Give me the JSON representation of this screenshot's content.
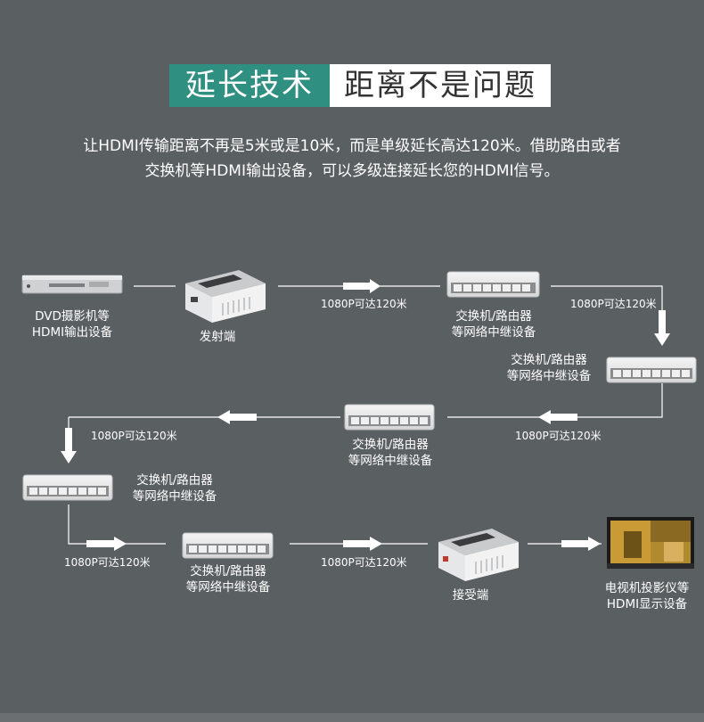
{
  "header": {
    "title_left": "延长技术",
    "title_right": "距离不是问题"
  },
  "intro": {
    "line1": "让HDMI传输距离不再是5米或是10米，而是单级延长高达120米。借助路由或者",
    "line2": "交换机等HDMI输出设备，可以多级连接延长您的HDMI信号。"
  },
  "devices": {
    "source_line1": "DVD摄影机等",
    "source_line2": "HDMI输出设备",
    "transmitter": "发射端",
    "switch_line1": "交换机/路由器",
    "switch_line2": "等网络中继设备",
    "receiver": "接受端",
    "display_line1": "电视机投影仪等",
    "display_line2": "HDMI显示设备"
  },
  "distance_label": "1080P可达120米",
  "colors": {
    "background": "#5a5f61",
    "accent": "#2f8f80",
    "switch_body": "#e8e8e8",
    "switch_face": "#8a8c8e"
  }
}
